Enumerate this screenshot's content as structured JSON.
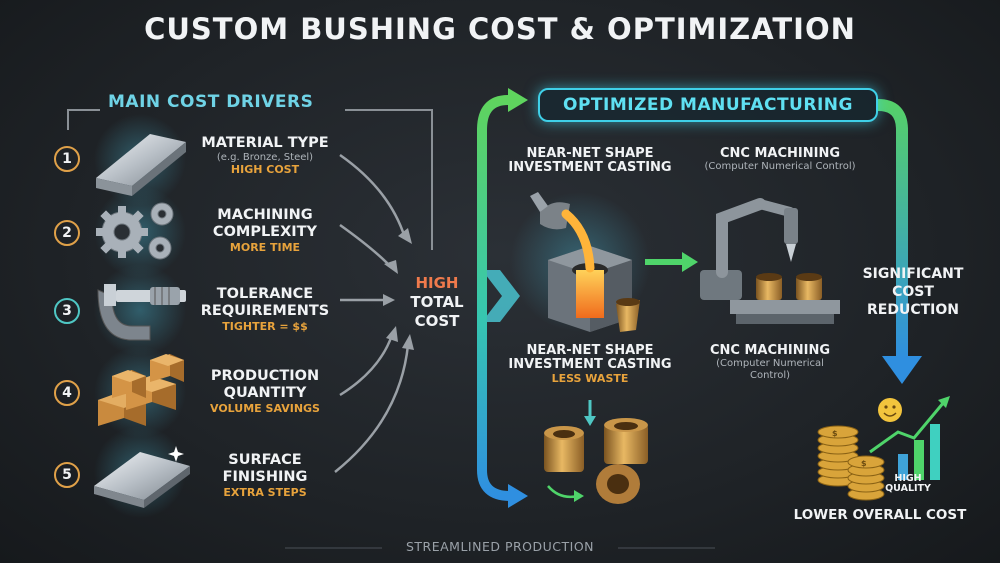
{
  "title": "CUSTOM BUSHING COST & OPTIMIZATION",
  "drivers": {
    "heading": "MAIN COST DRIVERS",
    "items": [
      {
        "number": "1",
        "label": "MATERIAL TYPE",
        "sub": "(e.g. Bronze, Steel)",
        "accent": "HIGH COST",
        "icon": "metal-bar-icon"
      },
      {
        "number": "2",
        "label_line1": "MACHINING",
        "label_line2": "COMPLEXITY",
        "accent": "MORE TIME",
        "icon": "gears-icon"
      },
      {
        "number": "3",
        "label_line1": "TOLERANCE",
        "label_line2": "REQUIREMENTS",
        "accent": "TIGHTER = $$",
        "icon": "micrometer-icon"
      },
      {
        "number": "4",
        "label_line1": "PRODUCTION",
        "label_line2": "QUANTITY",
        "accent": "VOLUME SAVINGS",
        "icon": "boxes-icon"
      },
      {
        "number": "5",
        "label_line1": "SURFACE",
        "label_line2": "FINISHING",
        "accent": "EXTRA STEPS",
        "icon": "polished-plate-icon"
      }
    ]
  },
  "center": {
    "line1": "HIGH",
    "line2": "TOTAL",
    "line3": "COST"
  },
  "optimized": {
    "heading": "OPTIMIZED MANUFACTURING",
    "casting_top_line1": "NEAR-NET SHAPE",
    "casting_top_line2": "INVESTMENT CASTING",
    "cnc_top": "CNC MACHINING",
    "cnc_top_sub": "(Computer Numerical Control)",
    "casting_bottom_line1": "NEAR-NET SHAPE",
    "casting_bottom_line2": "INVESTMENT CASTING",
    "casting_bottom_accent": "LESS WASTE",
    "cnc_bottom": "CNC MACHINING",
    "cnc_bottom_sub1": "(Computer Numerical",
    "cnc_bottom_sub2": "Control)"
  },
  "result": {
    "reduction_line1": "SIGNIFICANT",
    "reduction_line2": "COST",
    "reduction_line3": "REDUCTION",
    "quality_line1": "HIGH",
    "quality_line2": "QUALITY",
    "lower_cost": "LOWER OVERALL COST"
  },
  "footer": "STREAMLINED PRODUCTION",
  "colors": {
    "accent_orange": "#e8a33c",
    "accent_teal": "#3fd0e8",
    "accent_green": "#4fd46a",
    "accent_blue": "#2f8fe0",
    "hot_red": "#ef7a4c"
  }
}
